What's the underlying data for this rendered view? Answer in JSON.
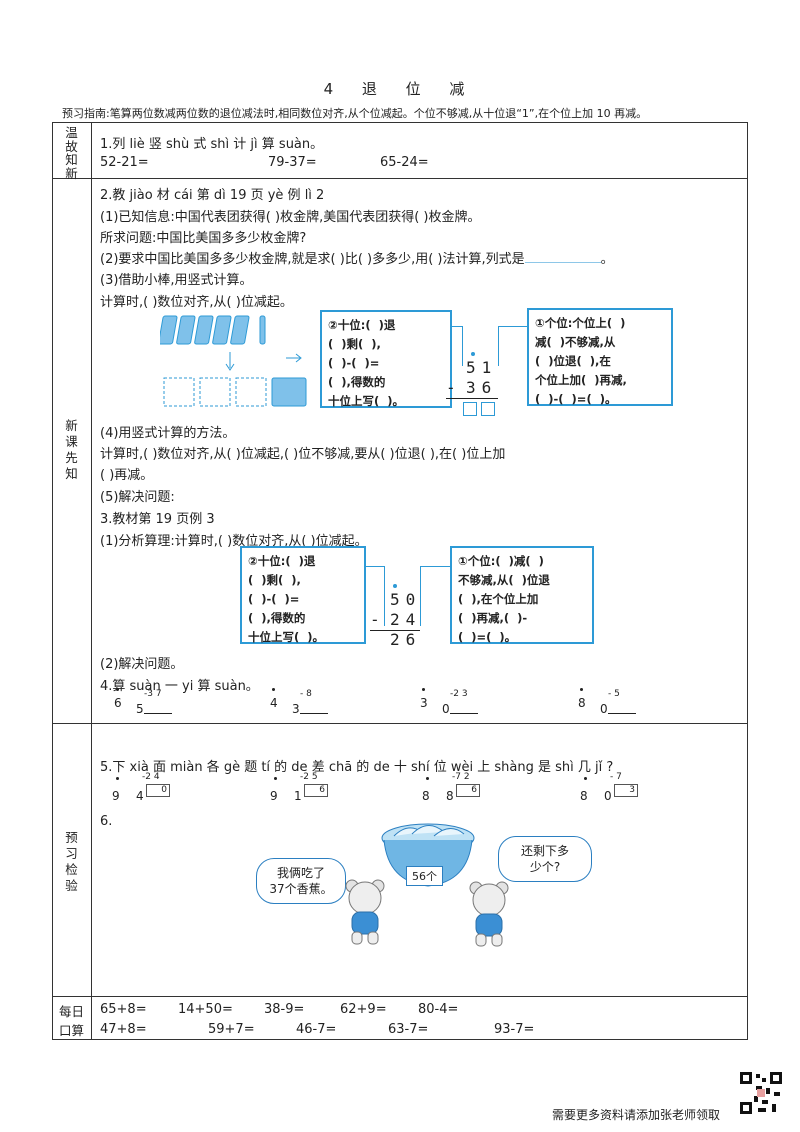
{
  "title": "4 退 位 减",
  "guide": "预习指南:笔算两位数减两位数的退位减法时,相同数位对齐,从个位减起。个位不够减,从十位退“1”,在个位上加 10 再减。",
  "sections": {
    "s1": "温故知新",
    "s2": "新课先知",
    "s3": "预习检验",
    "s4": "每日口算"
  },
  "q1": {
    "text": "1.列 liè 竖 shù 式 shì 计 jì 算 suàn。",
    "items": [
      "52-21=",
      "79-37=",
      "65-24="
    ]
  },
  "q2": {
    "head": "2.教 jiào 材 cái 第 dì 19 页 yè 例 lì 2",
    "l1": "(1)已知信息:中国代表团获得(      )枚金牌,美国代表团获得(      )枚金牌。",
    "l2": "所求问题:中国比美国多多少枚金牌?",
    "l3": "(2)要求中国比美国多多少枚金牌,就是求(      )比(      )多多少,用(      )法计算,列式是",
    "l3end": "。",
    "l4": "(3)借助小棒,用竖式计算。",
    "l5": "计算时,(          )数位对齐,从(      )位减起。",
    "box_tens": "②十位:(  )退\n(  )剩(  ),\n(  )-(  )=\n(  ),得数的\n十位上写(  )。",
    "box_ones": "①个位:个位上(  )\n减(  )不够减,从\n(  )位退(  ),在\n个位上加(  )再减,\n(  )-(  )=(  )。",
    "top": "51",
    "bottom": "36",
    "minus": "-",
    "l6": "(4)用竖式计算的方法。",
    "l7": "计算时,(      )数位对齐,从(      )位减起,(      )位不够减,要从(      )位退(      ),在(      )位上加",
    "l8": "(      )再减。",
    "l9": "(5)解决问题:"
  },
  "q3": {
    "head": "3.教材第 19 页例 3",
    "l1": "(1)分析算理:计算时,(          )数位对齐,从(      )位减起。",
    "box_tens": "②十位:(  )退\n(  )剩(  ),\n(  )-(  )=\n(  ),得数的\n十位上写(  )。",
    "box_ones": "①个位:(  )减(  )\n不够减,从(  )位退\n(  ),在个位上加\n(  )再减,(  )-\n(  )=(  )。",
    "top": "50",
    "bottom": "24",
    "result": "26",
    "minus": "-",
    "l2": "(2)解决问题。"
  },
  "q4": {
    "head": "4.算 suàn 一 yi 算 suàn。",
    "items": [
      {
        "a": "6",
        "b": "5",
        "sup": "-3  7"
      },
      {
        "a": "4",
        "b": "3",
        "sup": "-  8"
      },
      {
        "a": "3",
        "b": "0",
        "sup": "-2  3"
      },
      {
        "a": "8",
        "b": "0",
        "sup": "-  5"
      }
    ]
  },
  "q5": {
    "head": "5.下 xià 面 miàn 各 gè 题 tí 的 de 差 chā 的 de 十 shí 位 wèi 上 shàng 是 shì 几 jǐ ?",
    "items": [
      {
        "a": "9",
        "b": "4",
        "sup": "-2  4",
        "box": "0"
      },
      {
        "a": "9",
        "b": "1",
        "sup": "-2  5",
        "box": "6"
      },
      {
        "a": "8",
        "b": "8",
        "sup": "-7  2",
        "box": "6"
      },
      {
        "a": "8",
        "b": "0",
        "sup": "-  7",
        "box": "3"
      }
    ]
  },
  "q6": {
    "head": "6.",
    "left_bubble": "我俩吃了\n37个香蕉。",
    "right_bubble": "还剩下多\n少个?",
    "bowl_label": "56个"
  },
  "daily": {
    "row1": [
      "65+8=",
      "14+50=",
      "38-9=",
      "62+9=",
      "80-4="
    ],
    "row2": [
      "47+8=",
      "59+7=",
      "46-7=",
      "63-7=",
      "93-7="
    ]
  },
  "footer": "需要更多资料请添加张老师领取",
  "colors": {
    "accent": "#2d9ad6",
    "line": "#333333"
  }
}
